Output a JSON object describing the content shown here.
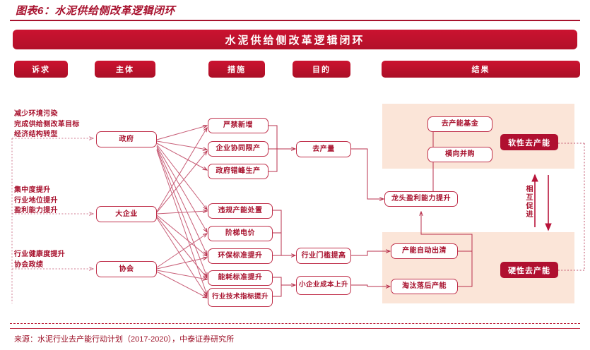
{
  "figure": {
    "caption": "图表6：水泥供给侧改革逻辑闭环",
    "banner_title": "水泥供给侧改革逻辑闭环",
    "source": "来源：水泥行业去产能行动计划（2017-2020），中泰证券研究所"
  },
  "colors": {
    "brand_red": "#a8122e",
    "banner_red": "#c11330",
    "badge_red": "#b01030",
    "node_border": "#c0304b",
    "panel_peach": "#fbe5d8",
    "wire": "#c0506a"
  },
  "categories": [
    {
      "label": "诉求"
    },
    {
      "label": "主体"
    },
    {
      "label": "措施"
    },
    {
      "label": "目的"
    },
    {
      "label": "结果"
    }
  ],
  "demands": [
    {
      "text": "减少环境污染\n完成供给侧改革目标\n经济结构转型"
    },
    {
      "text": "集中度提升\n行业地位提升\n盈利能力提升"
    },
    {
      "text": "行业健康度提升\n协会政绩"
    }
  ],
  "actors": [
    {
      "label": "政府"
    },
    {
      "label": "大企业"
    },
    {
      "label": "协会"
    }
  ],
  "measures_top": [
    {
      "label": "严禁新增"
    },
    {
      "label": "企业协同限产"
    },
    {
      "label": "政府错峰生产"
    }
  ],
  "measures_bottom": [
    {
      "label": "违规产能处置"
    },
    {
      "label": "阶梯电价"
    },
    {
      "label": "环保标准提升"
    },
    {
      "label": "能耗标准提升"
    },
    {
      "label": "行业技术指标提升"
    }
  ],
  "purposes": [
    {
      "label": "去产量"
    },
    {
      "label": "行业门槛提高"
    },
    {
      "label": "小企业成本上升"
    }
  ],
  "results": {
    "soft_panel": {
      "nodes": [
        {
          "label": "去产能基金"
        },
        {
          "label": "横向并购"
        }
      ],
      "badge": "软性去产能"
    },
    "hard_panel": {
      "nodes": [
        {
          "label": "产能自动出清"
        },
        {
          "label": "淘汰落后产能"
        }
      ],
      "badge": "硬性去产能"
    },
    "bridge_node": {
      "label": "龙头盈利能力提升"
    },
    "mutual_label": "相互促进"
  }
}
